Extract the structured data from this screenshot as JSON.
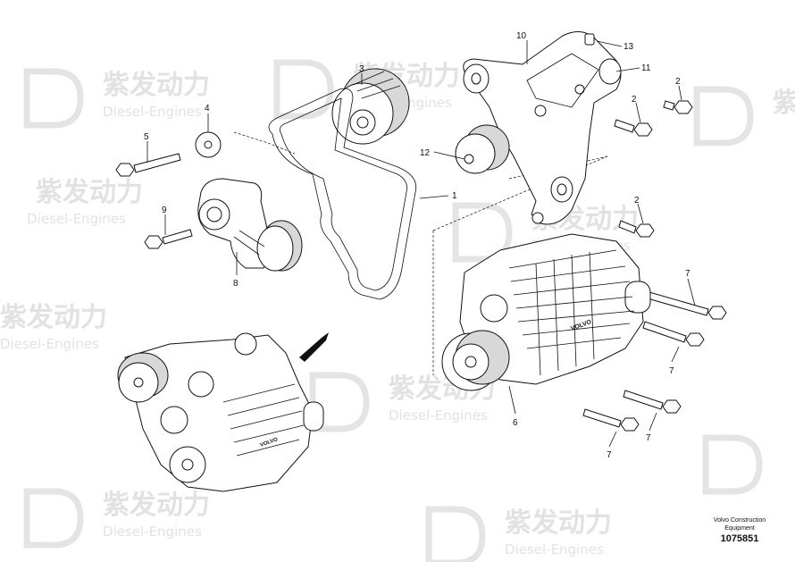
{
  "watermark": {
    "cn": "紫发动力",
    "en": "Diesel-Engines"
  },
  "callouts": {
    "c1": "1",
    "c2a": "2",
    "c2b": "2",
    "c2c": "2",
    "c3": "3",
    "c4": "4",
    "c5": "5",
    "c6": "6",
    "c7a": "7",
    "c7b": "7",
    "c7c": "7",
    "c7d": "7",
    "c8": "8",
    "c9": "9",
    "c10": "10",
    "c11": "11",
    "c12": "12",
    "c13": "13"
  },
  "footer": {
    "brand_line1": "Volvo Construction",
    "brand_line2": "Equipment",
    "doc_number": "1075851"
  }
}
